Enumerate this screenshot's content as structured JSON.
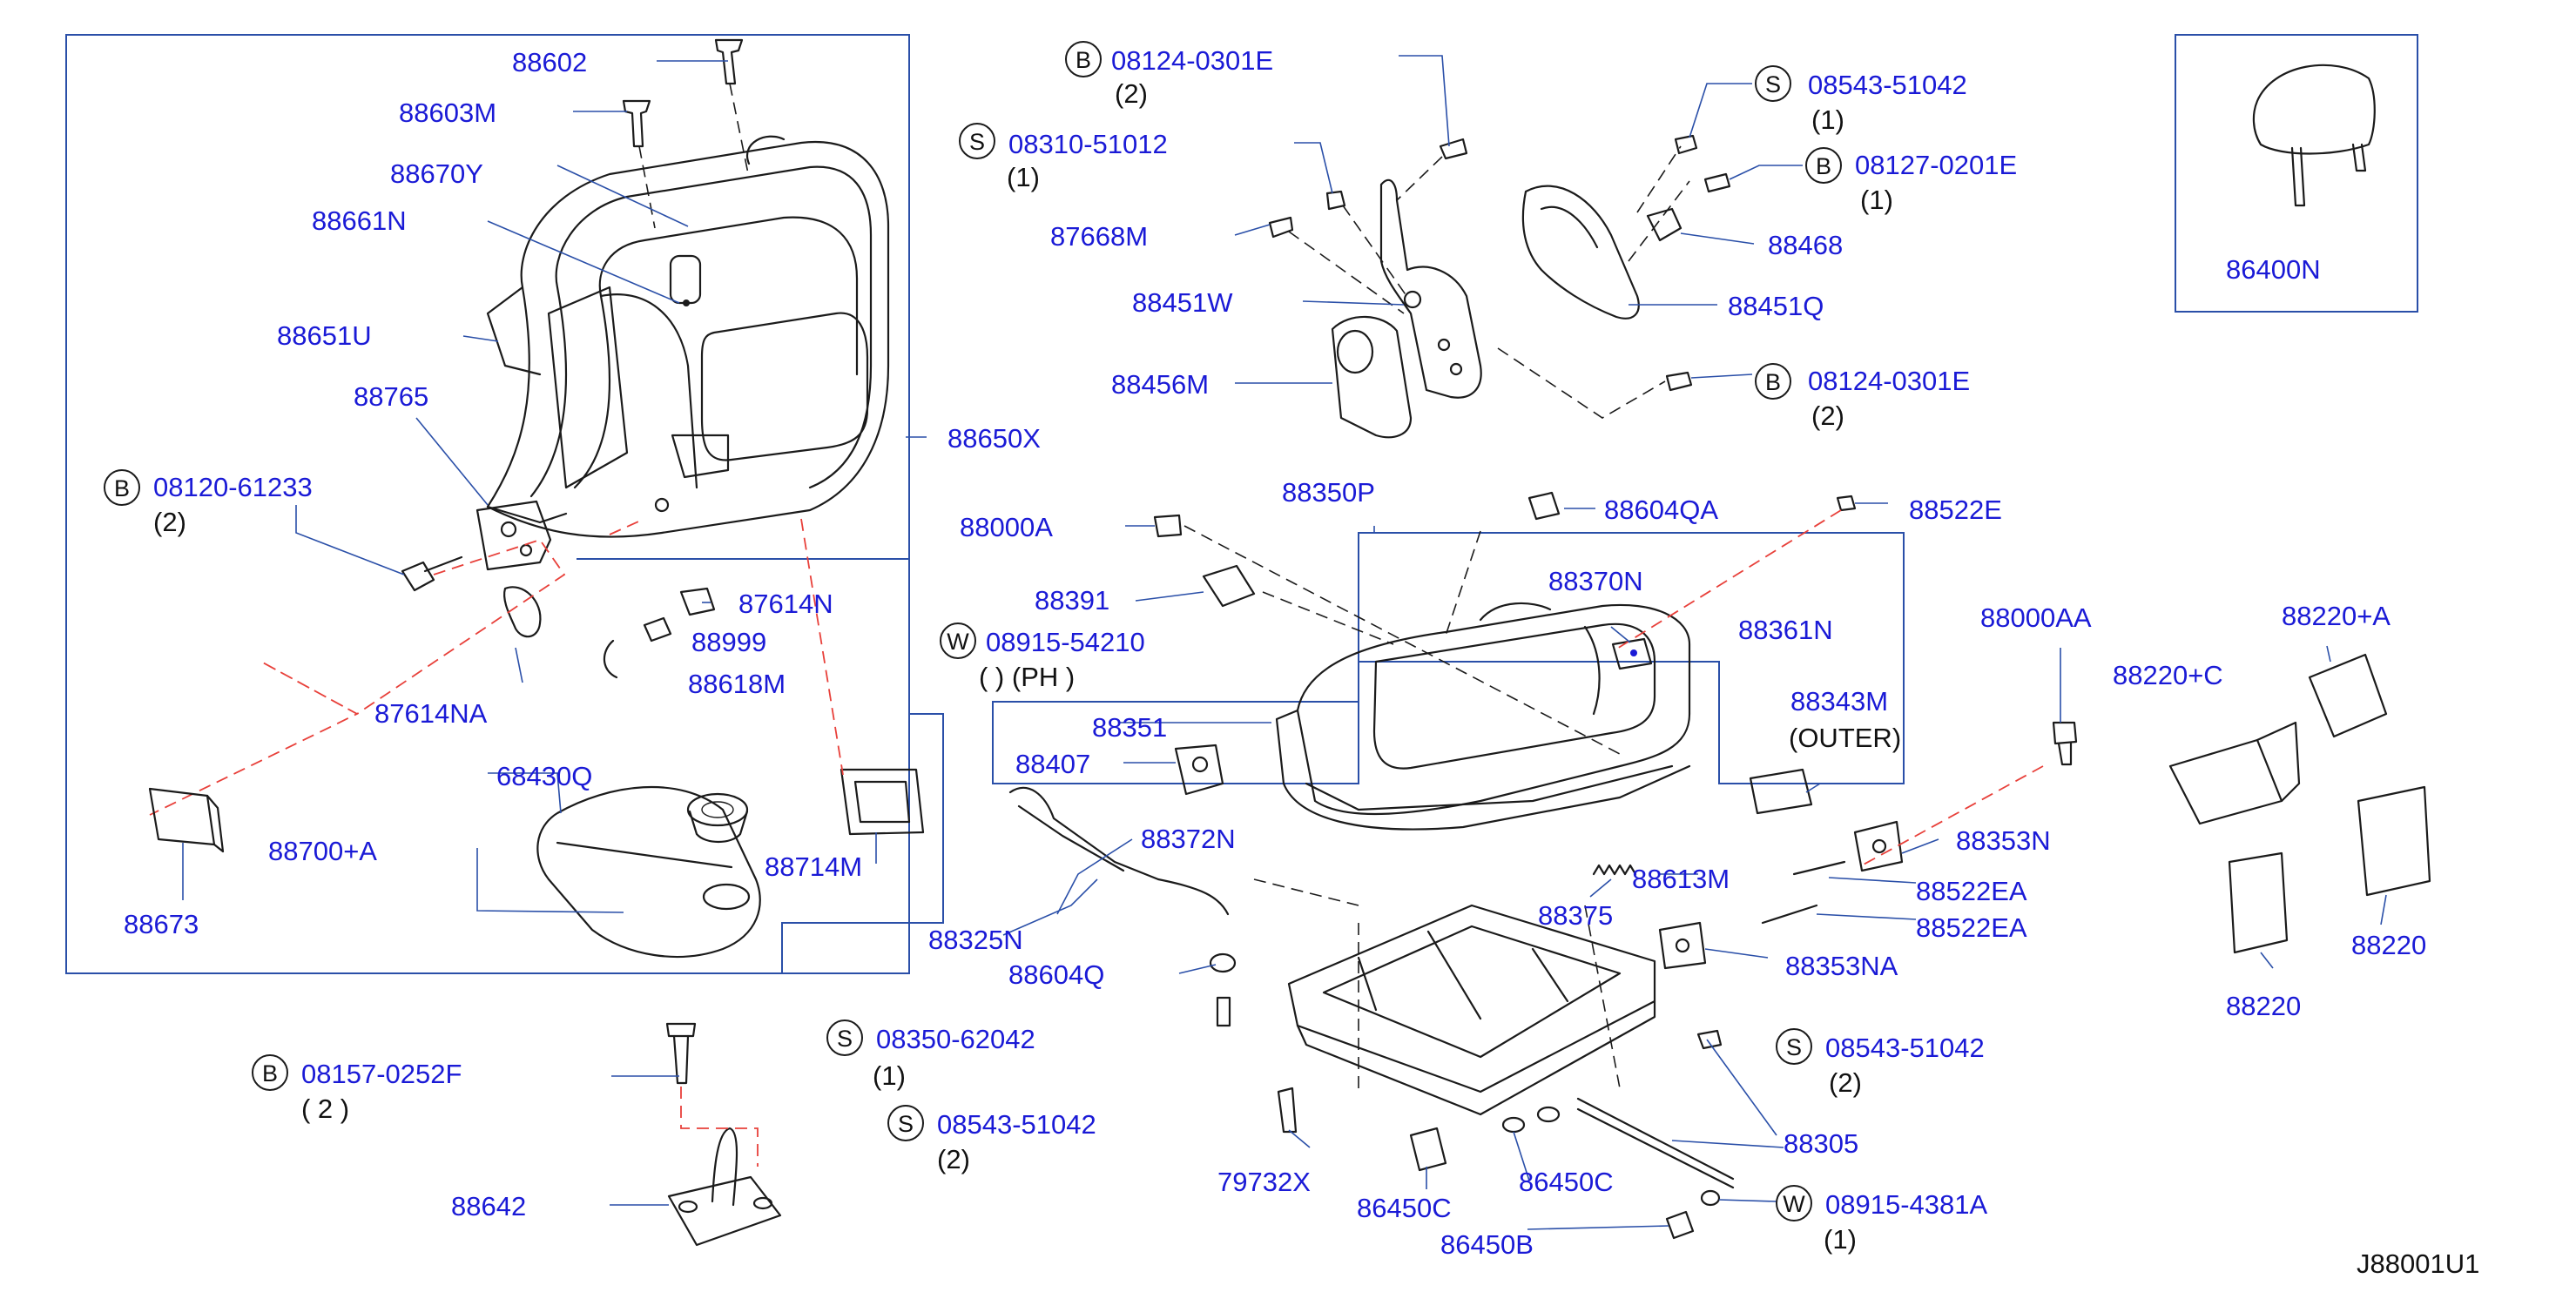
{
  "diagram_code": "J88001U1",
  "labels": {
    "p88602": "88602",
    "p88603M": "88603M",
    "p88670Y": "88670Y",
    "p88661N": "88661N",
    "p88651U": "88651U",
    "p88765": "88765",
    "p88650X": "88650X",
    "p88700A": "88700+A",
    "p68430Q": "68430Q",
    "p88673": "88673",
    "p88714M": "88714M",
    "p87614N": "87614N",
    "p87614NA": "87614NA",
    "p88642": "88642",
    "p87668M": "87668M",
    "p88451W": "88451W",
    "p88456M": "88456M",
    "p88468": "88468",
    "p88451Q": "88451Q",
    "p86400N": "86400N",
    "p88350P": "88350P",
    "p88000A": "88000A",
    "p88391": "88391",
    "p88604QA": "88604QA",
    "p88522E": "88522E",
    "p88370N": "88370N",
    "p88361N_partial": "88361N",
    "p88351": "88351",
    "p88407": "88407",
    "p88343M": "88343M",
    "p88343M_note": "(OUTER)",
    "p88000AA": "88000AA",
    "p88220A_top": "88220+A",
    "p88220_partial": "88220+C",
    "p88372N": "88372N",
    "p88325N": "88325N",
    "p88604Q": "88604Q",
    "p88613M": "88613M",
    "p88375": "88375",
    "p88353N": "88353N",
    "p88522EA_1": "88522EA",
    "p88522EA_2": "88522EA",
    "p88353NA": "88353NA",
    "p88305": "88305",
    "p79732X": "79732X",
    "p86450C_1": "86450C",
    "p86450C_2": "86450C",
    "p86450B": "86450B",
    "p88220_1": "88220",
    "p88220_2": "88220",
    "p88999_partial": "88999",
    "p88618M_partial": "88618M",
    "p08915_partial": "08915-54210",
    "p_partial_note": "(    )   (PH )"
  },
  "callouts": [
    {
      "letter": "B",
      "code": "08124-0301E",
      "qty": "(2)"
    },
    {
      "letter": "S",
      "code": "08310-51012",
      "qty": "(1)"
    },
    {
      "letter": "S",
      "code": "08543-51042",
      "qty": "(1)"
    },
    {
      "letter": "B",
      "code": "08127-0201E",
      "qty": "(1)"
    },
    {
      "letter": "B",
      "code": "08124-0301E",
      "qty": "(2)"
    },
    {
      "letter": "B",
      "code": "08120-61233",
      "qty": "(2)"
    },
    {
      "letter": "W",
      "code": "",
      "qty": ""
    },
    {
      "letter": "B",
      "code": "08157-0252F",
      "qty": "(  2  )"
    },
    {
      "letter": "S",
      "code": "08350-62042",
      "qty": "(1)"
    },
    {
      "letter": "S",
      "code": "08543-51042",
      "qty": "(2)"
    },
    {
      "letter": "S",
      "code": "08543-51042",
      "qty": "(2)"
    },
    {
      "letter": "W",
      "code": "08915-4381A",
      "qty": "(1)"
    }
  ]
}
